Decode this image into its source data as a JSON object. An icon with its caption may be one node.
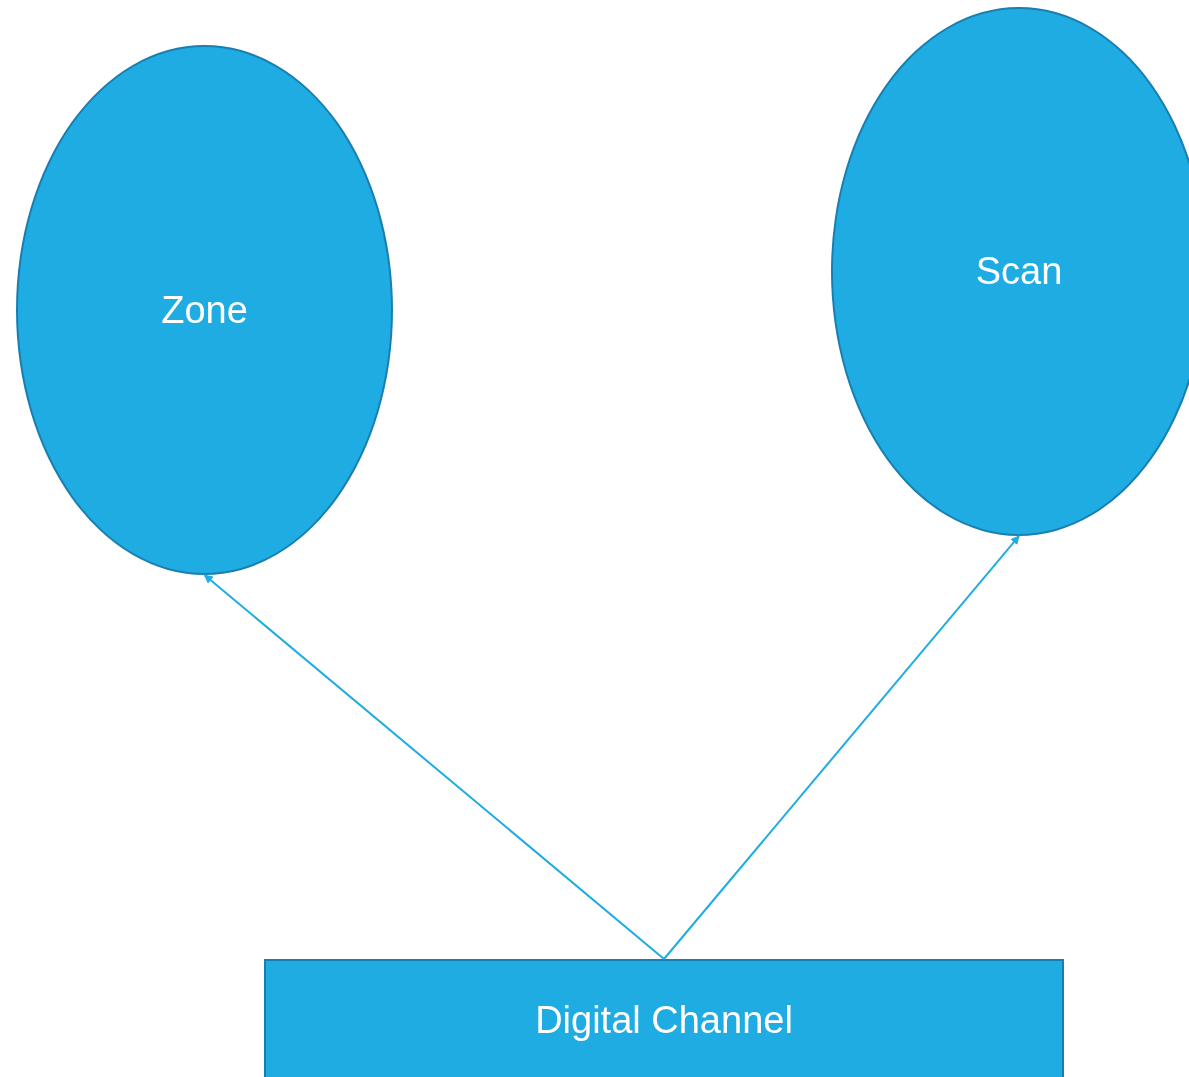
{
  "diagram": {
    "nodes": [
      {
        "text": [
          "Zone"
        ]
      },
      {
        "text": [
          "Scan"
        ]
      },
      {
        "text": [
          "Digital Channel"
        ]
      }
    ],
    "edges": [
      {
        "from": 2,
        "to": 0,
        "arrow": "to"
      },
      {
        "from": 2,
        "to": 1,
        "arrow": "to"
      }
    ]
  }
}
